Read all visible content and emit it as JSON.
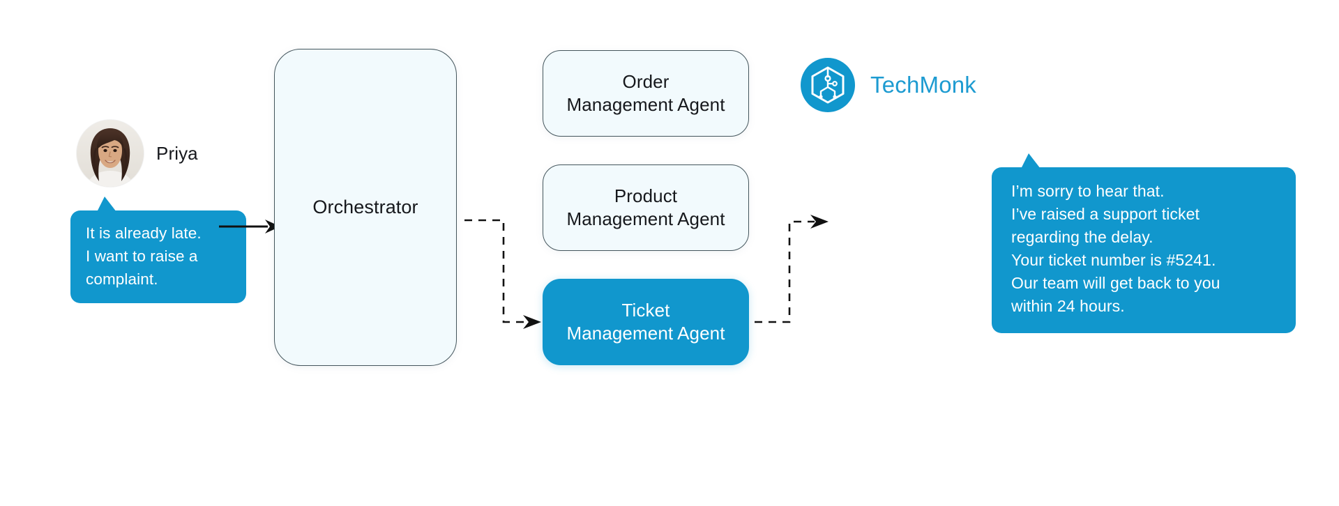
{
  "canvas": {
    "background": "#ffffff",
    "accent_blue": "#1197cd",
    "node_fill": "#f2fafd",
    "node_border": "#44555c",
    "text_dark": "#16181c",
    "logo_text_color": "#1d9bd1"
  },
  "user": {
    "name": "Priya",
    "avatar_alt": "user-avatar-photo",
    "message_lines": [
      "It is already late.",
      "I want to raise a",
      "complaint."
    ]
  },
  "orchestrator": {
    "label": "Orchestrator"
  },
  "agents": [
    {
      "id": "order",
      "label": "Order\nManagement Agent",
      "state": "inactive"
    },
    {
      "id": "product",
      "label": "Product\nManagement Agent",
      "state": "inactive"
    },
    {
      "id": "ticket",
      "label": "Ticket\nManagement Agent",
      "state": "active"
    }
  ],
  "brand": {
    "name": "TechMonk",
    "logo_alt": "techmonk-cube-logo"
  },
  "bot": {
    "message_lines": [
      "I’m sorry to hear that.",
      "I’ve raised a support ticket",
      "regarding the delay.",
      "Your ticket number is #5241.",
      "Our team will get back to you",
      "within 24 hours."
    ],
    "ticket_number": "#5241"
  },
  "connectors": [
    {
      "id": "user-to-orchestrator",
      "style": "solid",
      "arrow": true
    },
    {
      "id": "orchestrator-to-ticket",
      "style": "dashed",
      "arrow": true
    },
    {
      "id": "ticket-to-response",
      "style": "dashed",
      "arrow": true
    }
  ]
}
